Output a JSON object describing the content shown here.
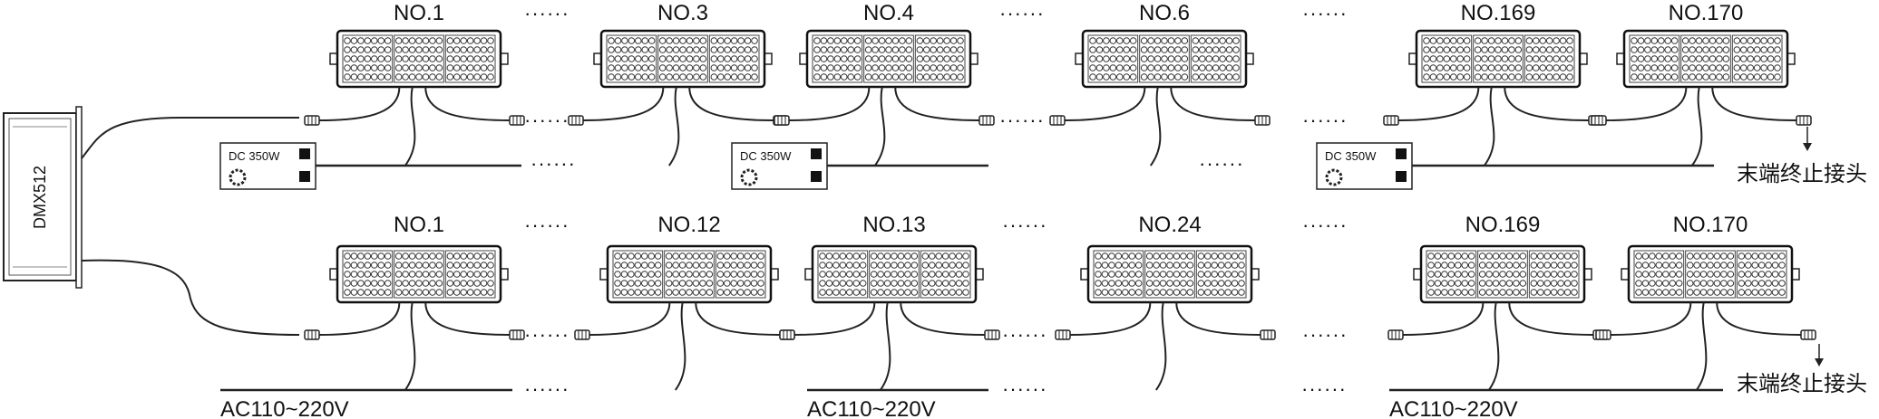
{
  "controller": {
    "label": "DMX512"
  },
  "rows": [
    {
      "fixtures": [
        {
          "label": "NO.1"
        },
        {
          "label": "NO.3"
        },
        {
          "label": "NO.4"
        },
        {
          "label": "NO.6"
        },
        {
          "label": "NO.169"
        },
        {
          "label": "NO.170"
        }
      ],
      "gap_marks": [
        "······",
        "······",
        "······"
      ],
      "signal_gap_marks": [
        "······",
        "······",
        "······"
      ],
      "power_gap_marks": [
        "······",
        "······"
      ],
      "power_supplies": [
        {
          "label": "DC  350W"
        },
        {
          "label": "DC  350W"
        },
        {
          "label": "DC  350W"
        }
      ],
      "terminator": "末端终止接头"
    },
    {
      "fixtures": [
        {
          "label": "NO.1"
        },
        {
          "label": "NO.12"
        },
        {
          "label": "NO.13"
        },
        {
          "label": "NO.24"
        },
        {
          "label": "NO.169"
        },
        {
          "label": "NO.170"
        }
      ],
      "gap_marks": [
        "······",
        "······",
        "······"
      ],
      "signal_gap_marks": [
        "······",
        "······",
        "······"
      ],
      "power_gap_marks": [
        "······",
        "······",
        "······"
      ],
      "mains": [
        "AC110~220V",
        "AC110~220V",
        "AC110~220V"
      ],
      "terminator": "末端终止接头"
    }
  ]
}
